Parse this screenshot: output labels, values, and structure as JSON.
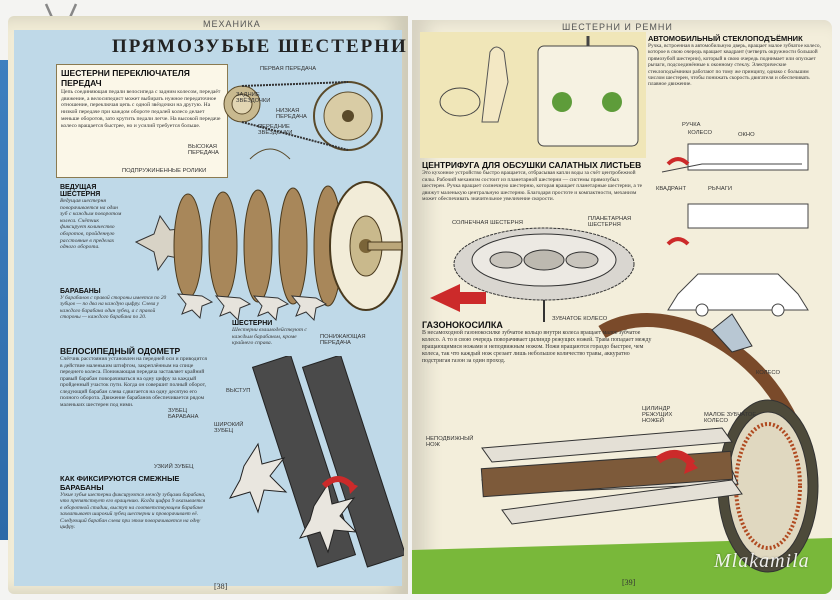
{
  "left_page": {
    "running_head": "МЕХАНИКА",
    "title": "ПРЯМОЗУБЫЕ ШЕСТЕРНИ",
    "derailleur": {
      "heading": "ШЕСТЕРНИ ПЕРЕКЛЮЧАТЕЛЯ ПЕРЕДАЧ",
      "text": "Цепь соединяющая педали велосипеда с задним колесом, передаёт движение, а велосипедист может выбирать нужное передаточное отношение, переключая цепь с одной звёздочки на другую. На низкой передаче при каждом обороте педалей колесо делает меньше оборотов, зато крутить педали легче. На высокой передаче колесо вращается быстрее, но и усилий требуется больше.",
      "labels": {
        "first_gear": "ПЕРВАЯ ПЕРЕДАЧА",
        "rear_sprockets": "ЗАДНИЕ ЗВЁЗДОЧКИ",
        "low_gear": "НИЗКАЯ ПЕРЕДАЧА",
        "front_sprockets": "ПЕРЕДНИЕ ЗВЁЗДОЧКИ",
        "high_gear": "ВЫСОКАЯ ПЕРЕДАЧА",
        "rollers": "ПОДПРУЖИНЕННЫЕ РОЛИКИ"
      }
    },
    "drive_gear": {
      "heading": "ВЕДУЩАЯ ШЕСТЕРНЯ",
      "text": "Ведущая шестерня поворачивается на один зуб с каждым поворотом колеса. Счётчик фиксирует количество оборотов, пройденную расстояние в пределах одного оборота."
    },
    "drums": {
      "heading": "БАРАБАНЫ",
      "text": "У барабанов с правой стороны имеется по 20 зубцов — по два на каждую цифру. Слева у каждого барабана один зубец, а с правой стороны — каждого барабана по 20."
    },
    "odometer": {
      "heading": "ВЕЛОСИПЕДНЫЙ ОДОМЕТР",
      "text": "Счётчик расстояния установлен на передней оси и приводится в действие маленьким штифтом, закреплённым на спице переднего колеса. Понижающая передача заставляет крайний правый барабан поворачиваться на одну цифру за каждый пройденный участок пути. Когда он совершит полный оборот, следующий барабан слева сдвигается на одну десятую его полного оборота. Движение барабанов обеспечивается рядом маленьких шестерен под ними."
    },
    "gears_label": {
      "heading": "ШЕСТЕРНИ",
      "text": "Шестерни взаимодействуют с каждым барабаном, кроме крайнего справа."
    },
    "labels": {
      "reducing_gear": "ПОНИЖАЮЩАЯ ПЕРЕДАЧА",
      "ledge": "ВЫСТУП",
      "tooth_gear": "ЗУБЕЦ БАРАБАНА",
      "wide_tooth": "ШИРОКИЙ ЗУБЕЦ",
      "narrow_tooth": "УЗКИЙ ЗУБЕЦ"
    },
    "adjacent": {
      "heading": "КАК ФИКСИРУЮТСЯ СМЕЖНЫЕ БАРАБАНЫ",
      "text": "Узкие зубья шестерни фиксируются между зубцами барабана, что препятствует его вращению. Когда цифра 9 оказывается в оборотной стадии, выступ на соответствующем барабане захватывает широкий зубец шестерни и проворачивает её. Следующий барабан слева при этом поворачивается на одну цифру."
    },
    "page_number": "[38]"
  },
  "right_page": {
    "running_head": "ШЕСТЕРНИ И РЕМНИ",
    "window_lifter": {
      "heading": "АВТОМОБИЛЬНЫЙ СТЕКЛОПОДЪЁМНИК",
      "text": "Ручка, встроенная в автомобильную дверь, вращает малое зубчатое колесо, которое в свою очередь вращает квадрант (четверть окружности большой прямозубой шестерни), который в свою очередь поднимает или опускает рычаги, подсоединённые к оконному стеклу. Электрические стеклоподъёмники работают по тому же принципу, однако с большим числом шестерен, чтобы понижать скорость двигателя и обеспечивать плавное движение.",
      "labels": {
        "handle": "РУЧКА",
        "wheel": "КОЛЕСО",
        "window": "ОКНО",
        "quadrant": "КВАДРАНТ",
        "levers": "РЫЧАГИ"
      }
    },
    "salad": {
      "heading": "ЦЕНТРИФУГА ДЛЯ ОБСУШКИ САЛАТНЫХ ЛИСТЬЕВ",
      "text": "Это кухонное устройство быстро вращается, отбрасывая капли воды за счёт центробежной силы. Рабочий механизм состоит из планетарной шестерни — системы прямозубых шестерен. Ручка вращает солнечную шестерню, которая вращает планетарные шестерни, а те движут маленькую центральную шестерню. Благодаря простоте и компактности, механизм может обеспечивать значительное увеличение скорости.",
      "labels": {
        "sun_gear": "СОЛНЕЧНАЯ ШЕСТЕРНЯ",
        "planet_gear": "ПЛАНЕТАРНАЯ ШЕСТЕРНЯ",
        "ring_gear": "ЗУБЧАТОЕ КОЛЕСО"
      }
    },
    "mower": {
      "heading": "ГАЗОНОКОСИЛКА",
      "text": "В несамоходной газонокосилке зубчатое кольцо внутри колеса вращает малое зубчатое колесо. А то в свою очередь поворачивает цилиндр режущих ножей. Трава попадает между вращающимися ножами и неподвижным ножом. Ножи вращаются гораздо быстрее, чем колеса, так что каждый нож срезает лишь небольшое количество травы, аккуратно подстригая газон за один проход.",
      "labels": {
        "wheel": "КОЛЕСО",
        "blades": "ЦИЛИНДР РЕЖУЩИХ НОЖЕЙ",
        "small_gear": "МАЛОЕ ЗУБЧАТОЕ КОЛЕСО",
        "fixed_blade": "НЕПОДВИЖНЫЙ НОЖ"
      }
    },
    "page_number": "[39]"
  },
  "watermark": "Mlakamila",
  "colors": {
    "sky_blue": "#bfd9e8",
    "page": "#f1ecd6",
    "gear_brown": "#a8875a",
    "red_arrow": "#cc2a2a",
    "grass": "#79b83a",
    "clip_blue": "#3f8fd1"
  }
}
